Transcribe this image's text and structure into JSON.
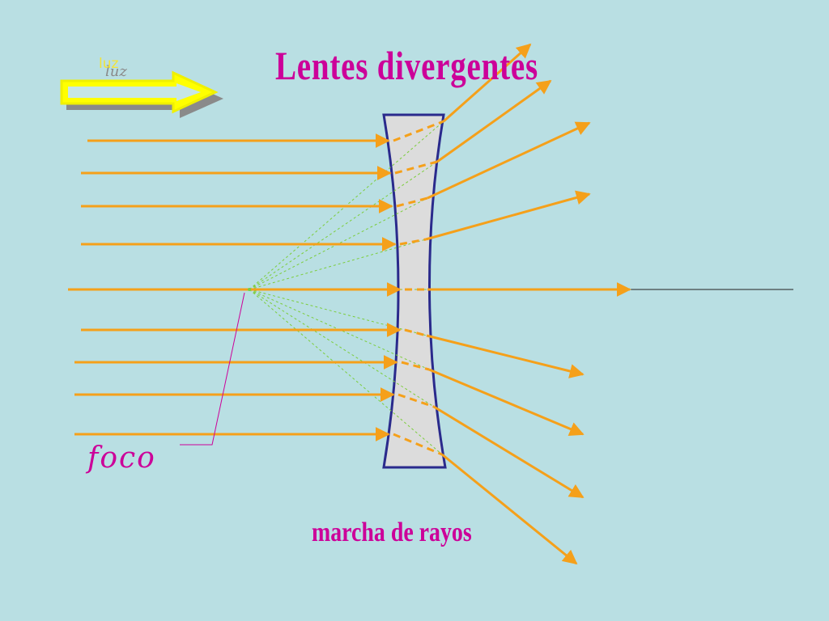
{
  "title": "Lentes divergentes",
  "subtitle": "marcha de rayos",
  "focus_label": "foco",
  "light_label": "luz",
  "colors": {
    "background": "#b9dfe3",
    "title": "#cc0099",
    "ray": "#f5a01a",
    "construction": "#7ccd3c",
    "lens_fill": "#dcdcdc",
    "lens_stroke": "#2a2a8c",
    "arrow_fill": "#ffff00",
    "arrow_outline": "#ffff33",
    "arrow_shadow": "#8a8a8a",
    "light_label": "#f2e33a"
  }
}
